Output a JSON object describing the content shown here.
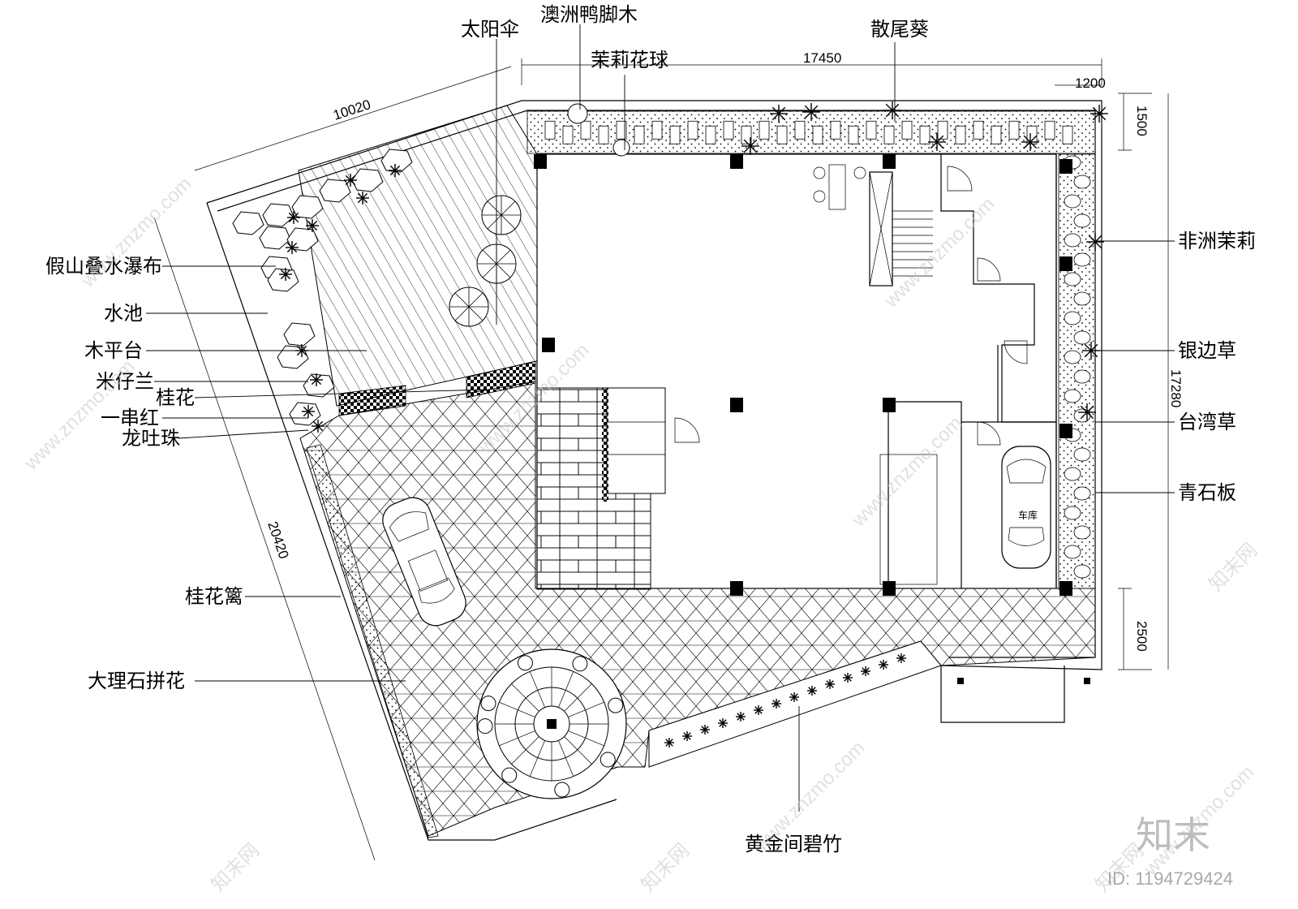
{
  "labels": {
    "taiyangsan": "太阳伞",
    "aozhou": "澳洲鸭脚木",
    "moli_ball": "茉莉花球",
    "sanweikui": "散尾葵",
    "feizhou": "非洲茉莉",
    "jiashan": "假山叠水瀑布",
    "shuichi": "水池",
    "mupingtai": "木平台",
    "mizailan": "米仔兰",
    "guihua": "桂花",
    "yichuanhong": "一串红",
    "longtuzhu": "龙吐珠",
    "yinbiancao": "银边草",
    "taiwancao": "台湾草",
    "qingshiban": "青石板",
    "guihuali": "桂花篱",
    "dalishi": "大理石拼花",
    "huangjin": "黄金间碧竹",
    "cheku": "车库"
  },
  "dimensions": {
    "top": "17450",
    "top_right": "1200",
    "left_top": "10020",
    "right_top": "1500",
    "right": "17280",
    "right_bottom": "2500",
    "left": "20420"
  },
  "watermark": {
    "site": "www.znzmo.com",
    "brand_cn": "知末网",
    "brand": "知末",
    "id_text": "ID: 1194729424"
  }
}
